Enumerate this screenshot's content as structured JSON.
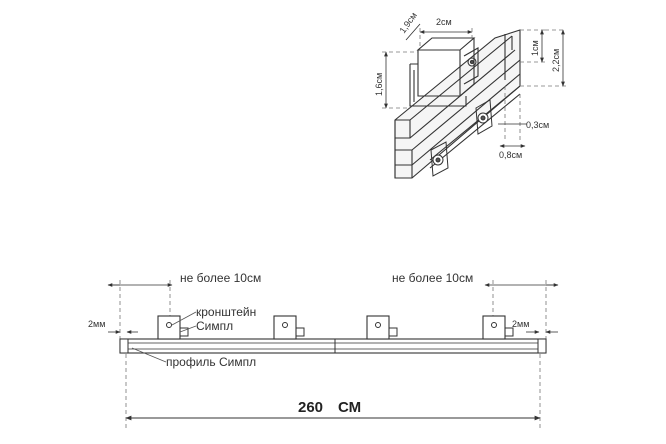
{
  "detail": {
    "dim_width": "2см",
    "dim_depth": "1,9см",
    "dim_height_bracket": "1,6см",
    "dim_inner_height": "1см",
    "dim_total_height": "2,2см",
    "dim_gap": "0,3см",
    "dim_groove": "0,8см"
  },
  "main": {
    "max_spacing_left": "не более 10см",
    "max_spacing_right": "не более 10см",
    "bracket_label_line1": "кронштейн",
    "bracket_label_line2": "Симпл",
    "profile_label": "профиль Симпл",
    "margin_left": "2мм",
    "margin_right": "2мм",
    "total_length_value": "260",
    "total_length_unit": "СМ"
  }
}
